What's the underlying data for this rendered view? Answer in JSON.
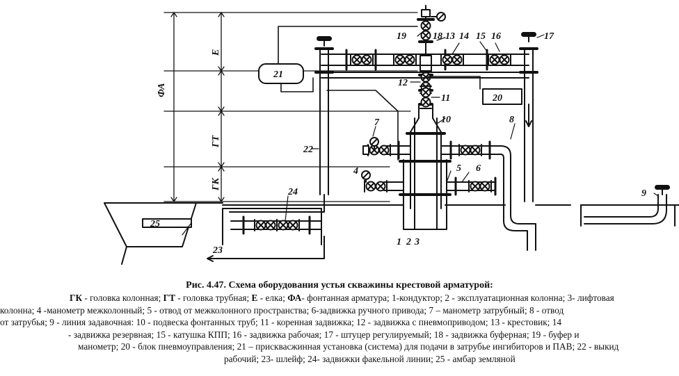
{
  "diagram": {
    "labels": {
      "n1": "1",
      "n2": "2",
      "n3": "3",
      "n4": "4",
      "n5": "5",
      "n6": "6",
      "n7": "7",
      "n8": "8",
      "n9": "9",
      "n10": "10",
      "n11": "11",
      "n12": "12",
      "n13": "13",
      "n14": "14",
      "n15": "15",
      "n16": "16",
      "n17": "17",
      "n18": "18",
      "n19": "19",
      "n20": "20",
      "n21": "21",
      "n22": "22",
      "n23": "23",
      "n24": "24",
      "n25": "25"
    },
    "dimensions": {
      "fa": "ФА",
      "e": "Е",
      "gt": "ГТ",
      "gk": "ГК"
    }
  },
  "caption": {
    "title": "Рис. 4.47. Схема оборудования устья скважины крестовой арматурой:",
    "lines": [
      [
        {
          "t": "ГК",
          "b": true
        },
        {
          "t": " - головка колонная; "
        },
        {
          "t": "ГТ",
          "b": true
        },
        {
          "t": " - головка трубная; "
        },
        {
          "t": "Е",
          "b": true
        },
        {
          "t": " - елка; "
        },
        {
          "t": "ФА",
          "b": true
        },
        {
          "t": "- фонтанная арматура; 1-кондуктор; 2 - эксплуатационная колонна; 3- лифтовая"
        }
      ],
      [
        {
          "t": "колонна; 4 -манометр межколонный; 5 - отвод от межколонного пространства; 6-задвижка ручного привода; 7 – манометр затрубный; 8 - отвод"
        }
      ],
      [
        {
          "t": "от затрубья; 9 - линия задавочная: 10 - подвеска фонтанных труб; 11 - коренная задвижка; 12 - задвижка с пневмоприводом; 13 - крестовик; 14"
        }
      ],
      [
        {
          "t": " - задвижка резервная; 15 - катушка КПП; 16 - задвижка рабочая; 17 - штуцер регулируемый; 18 - задвижка буферная; 19 - буфер и"
        }
      ],
      [
        {
          "t": "манометр; 20 - блок пневмоуправления; 21 – присквасжинная установка (система) для подачи в затрубье ингибиторов и ПАВ; 22 - выкид"
        }
      ],
      [
        {
          "t": "рабочий; 23- шлейф; 24- задвижки факельной линии; 25 - амбар земляной"
        }
      ]
    ]
  }
}
